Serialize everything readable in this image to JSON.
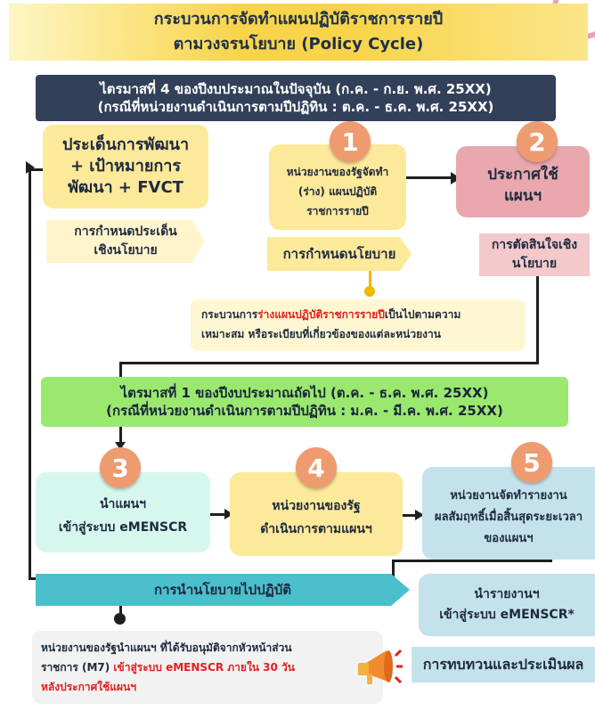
{
  "header": {
    "title_line1": "กระบวนการจัดทำแผนปฏิบัติราชการรายปี",
    "title_line2": "ตามวงจรนโยบาย (Policy Cycle)"
  },
  "q4": {
    "line1": "ไตรมาสที่ 4 ของปีงบประมาณในปัจจุบัน (ก.ค. - ก.ย. พ.ศ. 25XX)",
    "line2": "(กรณีที่หน่วยงานดำเนินการตามปีปฏิทิน : ต.ค. - ธ.ค. พ.ศ. 25XX)"
  },
  "q1": {
    "line1": "ไตรมาสที่ 1 ของปีงบประมาณถัดไป (ต.ค. - ธ.ค. พ.ศ. 25XX)",
    "line2": "(กรณีที่หน่วยงานดำเนินการตามปีปฏิทิน : ม.ค. - มี.ค. พ.ศ. 25XX)"
  },
  "dev_box": {
    "line1": "ประเด็นการพัฒนา",
    "line2": "+ เป้าหมายการ",
    "line3": "พัฒนา + FVCT"
  },
  "dev_tag": {
    "line1": "การกำหนดประเด็น",
    "line2": "เชิงนโยบาย"
  },
  "step1": {
    "number": "1",
    "line1": "หน่วยงานของรัฐจัดทำ",
    "line2": "(ร่าง) แผนปฏิบัติ",
    "line3": "ราชการรายปี",
    "tag": "การกำหนดนโยบาย"
  },
  "step2": {
    "number": "2",
    "line1": "ประกาศใช้",
    "line2": "แผนฯ",
    "tag_line1": "การตัดสินใจเชิง",
    "tag_line2": "นโยบาย"
  },
  "note_top": {
    "prefix": "กระบวนการ",
    "highlight": "ร่างแผนปฏิบัติราชการรายปี",
    "suffix": "เป็นไปตามความ",
    "line2": "เหมาะสม หรือระเบียบที่เกี่ยวข้องของแต่ละหน่วยงาน"
  },
  "step3": {
    "number": "3",
    "line1": "นำแผนฯ",
    "line2": "เข้าสู่ระบบ eMENSCR"
  },
  "step4": {
    "number": "4",
    "line1": "หน่วยงานของรัฐ",
    "line2": "ดำเนินการตามแผนฯ"
  },
  "step5": {
    "number": "5",
    "line1": "หน่วยงานจัดทำรายงาน",
    "line2": "ผลสัมฤทธิ์เมื่อสิ้นสุดระยะเวลา",
    "line3": "ของแผนฯ"
  },
  "implement_tag": "การนำนโยบายไปปฏิบัติ",
  "report_box": {
    "line1": "นำรายงานฯ",
    "line2": "เข้าสู่ระบบ eMENSCR*"
  },
  "note_bottom": {
    "line1": "หน่วยงานของรัฐนำแผนฯ ที่ได้รับอนุมัติจากหัวหน้าส่วน",
    "line2_prefix": "ราชการ (M7) ",
    "line2_highlight": "เข้าสู่ระบบ eMENSCR ภายใน 30 วัน",
    "line3_highlight": "หลังประกาศใช้แผนฯ"
  },
  "review_tag": "การทบทวนและประเมินผล",
  "colors": {
    "navy_banner": "#33405a",
    "green_banner": "#9ae86e",
    "yellow_box": "#fde99a",
    "pink_box": "#e8a8ae",
    "mint_box": "#d6f7ee",
    "blue_box": "#c4e2ec",
    "teal_tag": "#4bbfcc",
    "orange_badge": "#ee9b70",
    "red_text": "#e02020"
  }
}
